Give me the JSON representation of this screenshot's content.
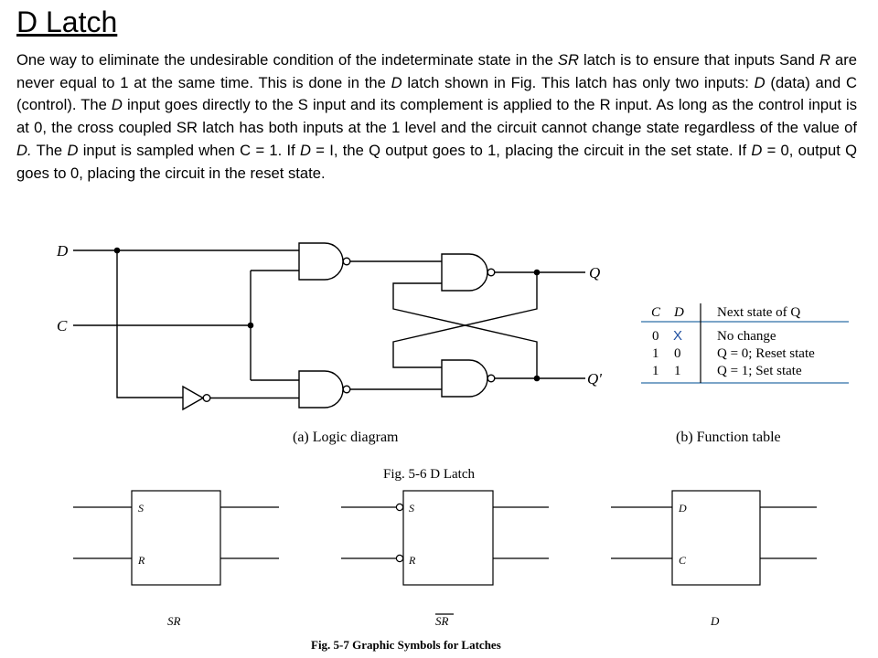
{
  "slide": {
    "title": "D Latch",
    "intro_segments": [
      {
        "t": "One way to eliminate the undesirable condition of the indeterminate state in the "
      },
      {
        "t": "SR",
        "i": true
      },
      {
        "t": " latch is to ensure that inputs Sand "
      },
      {
        "t": "R",
        "i": true
      },
      {
        "t": " are never equal to 1 at the same time. This is done in the "
      },
      {
        "t": "D",
        "i": true
      },
      {
        "t": " latch shown in Fig.  This latch has only two inputs: "
      },
      {
        "t": "D",
        "i": true
      },
      {
        "t": " (data) and C (control). The "
      },
      {
        "t": "D",
        "i": true
      },
      {
        "t": " input goes directly to the S input and its complement is applied to the R input. As long as the control input is at 0, the cross coupled SR latch has both inputs at the 1 level and the circuit cannot change state regardless of the value of "
      },
      {
        "t": "D.",
        "i": true
      },
      {
        "t": " The "
      },
      {
        "t": "D",
        "i": true
      },
      {
        "t": " input is sampled when C = 1. If "
      },
      {
        "t": "D",
        "i": true
      },
      {
        "t": " = I, the Q output goes to 1, placing the circuit in the set state. If "
      },
      {
        "t": "D",
        "i": true
      },
      {
        "t": " = 0, output Q goes to 0, placing the circuit in the reset state."
      }
    ]
  },
  "logic_diagram": {
    "input_d": "D",
    "input_c": "C",
    "output_q": "Q",
    "output_q_prime": "Q'",
    "caption": "(a) Logic diagram"
  },
  "function_table": {
    "headers": {
      "c": "C",
      "d": "D",
      "next": "Next state of Q"
    },
    "rows": [
      {
        "c": "0",
        "d": "X",
        "next": "No change"
      },
      {
        "c": "1",
        "d": "0",
        "next": "Q = 0; Reset state"
      },
      {
        "c": "1",
        "d": "1",
        "next": "Q = 1; Set state"
      }
    ],
    "caption": "(b) Function table"
  },
  "fig_5_6_caption": "Fig. 5-6  D Latch",
  "symbols": [
    {
      "in1": "S",
      "in2": "R",
      "label": "SR"
    },
    {
      "in1": "S",
      "in2": "R",
      "label": "SR",
      "label_overbar": true,
      "inverted_inputs": true
    },
    {
      "in1": "D",
      "in2": "C",
      "label": "D"
    }
  ],
  "fig_5_7_caption": "Fig. 5-7  Graphic Symbols for Latches",
  "colors": {
    "ink": "#000000",
    "table_rule": "#2f6fa8",
    "x_mark": "#1f4fa0"
  }
}
